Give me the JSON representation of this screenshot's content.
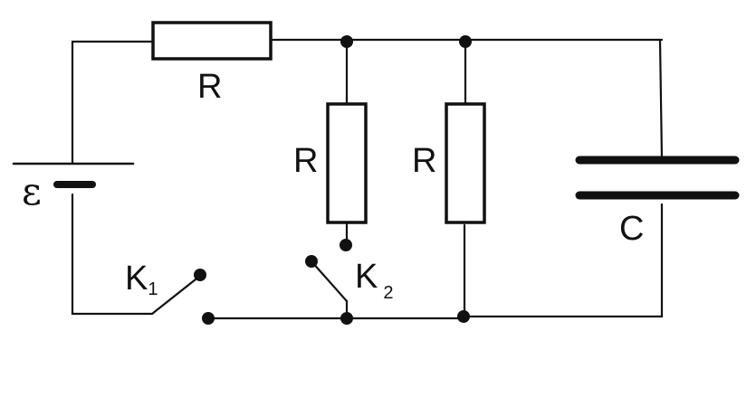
{
  "labels": {
    "emf": "ε",
    "r_series": "R",
    "r_middle": "R",
    "r_right": "R",
    "capacitor": "C",
    "k1": "K",
    "k1_sub": "1",
    "k2": "K",
    "k2_sub": "2"
  }
}
